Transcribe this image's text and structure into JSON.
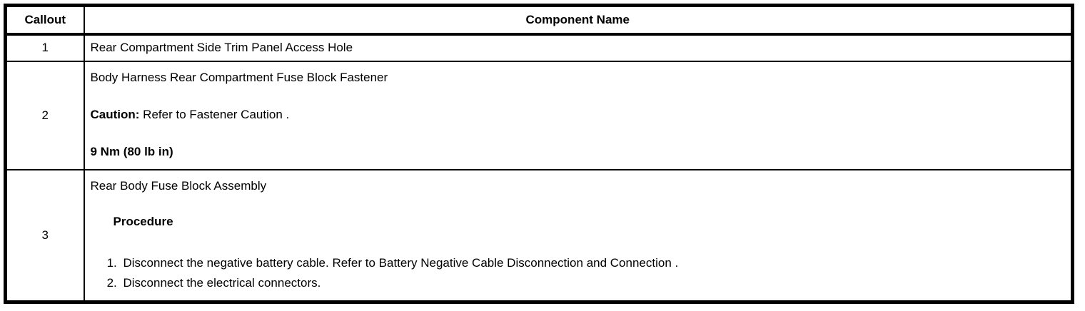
{
  "colors": {
    "border": "#000000",
    "background": "#ffffff",
    "text": "#000000"
  },
  "table": {
    "columns": [
      {
        "label": "Callout"
      },
      {
        "label": "Component Name"
      }
    ],
    "rows": [
      {
        "callout": "1",
        "component": "Rear Compartment Side Trim Panel Access Hole"
      },
      {
        "callout": "2",
        "component": "Body Harness Rear Compartment Fuse Block Fastener",
        "caution_label": "Caution:",
        "caution_text": "Refer to Fastener Caution .",
        "torque": "9 Nm (80 lb in)"
      },
      {
        "callout": "3",
        "component": "Rear Body Fuse Block Assembly",
        "procedure_label": "Procedure",
        "steps": [
          "Disconnect the negative battery cable. Refer to Battery Negative Cable Disconnection and Connection .",
          "Disconnect the electrical connectors."
        ]
      }
    ]
  }
}
